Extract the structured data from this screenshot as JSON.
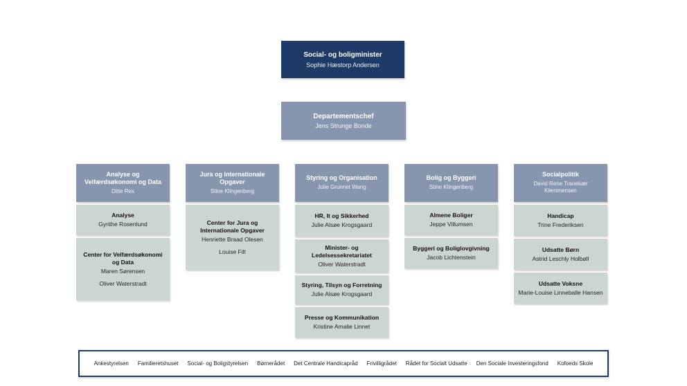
{
  "colors": {
    "navy": "#1e3a66",
    "steel": "#8795ae",
    "light_unit": "#ccd6d0",
    "border": "#1f3864"
  },
  "minister": {
    "title": "Social- og boligminister",
    "name": "Sophie Hæstorp Andersen"
  },
  "departementschef": {
    "title": "Departementschef",
    "name": "Jens Strunge Bonde"
  },
  "divisions": [
    {
      "title": "Analyse og Velfærdsøkonomi og Data",
      "head": "Ditte Rex",
      "units": [
        {
          "title": "Analyse",
          "names": [
            "Gyrithe Rosenlund"
          ]
        },
        {
          "title": "Center for Velfærdsøkonomi og Data",
          "names": [
            "Maren Sørensen",
            "Oliver Waterstradt"
          ]
        }
      ]
    },
    {
      "title": "Jura og Internationale Opgaver",
      "head": "Stine Klingenberg",
      "units": [
        {
          "title": "Center for Jura og Internationale Opgaver",
          "names": [
            "Henriette Braad Olesen",
            "Louise Filt"
          ]
        }
      ]
    },
    {
      "title": "Styring og Organisation",
      "head": "Julie Grunnet Wang",
      "units": [
        {
          "title": "HR, It og Sikkerhed",
          "names": [
            "Julie Alsøe Krogsgaard"
          ]
        },
        {
          "title": "Minister- og Ledelsessekretariatet",
          "names": [
            "Oliver Waterstradt"
          ]
        },
        {
          "title": "Styring, Tilsyn og Forretning",
          "names": [
            "Julie Alsøe Krogsgaard"
          ]
        },
        {
          "title": "Presse og Kommunikation",
          "names": [
            "Kristine Amalie Linnet"
          ]
        }
      ]
    },
    {
      "title": "Bolig og Byggeri",
      "head": "Stine Klingenberg",
      "units": [
        {
          "title": "Almene Boliger",
          "names": [
            "Jeppe Villumsen"
          ]
        },
        {
          "title": "Byggeri og Boliglovgivning",
          "names": [
            "Jacob Lichtenstein"
          ]
        }
      ]
    },
    {
      "title": "Socialpolitik",
      "head": "David Rene Tranekær Klemmensen",
      "units": [
        {
          "title": "Handicap",
          "names": [
            "Trine Frederiksen"
          ]
        },
        {
          "title": "Udsatte Børn",
          "names": [
            "Astrid Leschly Holbøll"
          ]
        },
        {
          "title": "Udsatte Voksne",
          "names": [
            "Marie-Louise Linneballe Hansen"
          ]
        }
      ]
    }
  ],
  "agencies": [
    "Ankestyrelsen",
    "Familieretshuset",
    "Social- og Boligstyrelsen",
    "Børnerådet",
    "Det Centrale Handicapråd",
    "Frivilligrådet",
    "Rådet for Socialt Udsatte",
    "Den Sociale Investeringsfond",
    "Kofoeds Skole"
  ]
}
